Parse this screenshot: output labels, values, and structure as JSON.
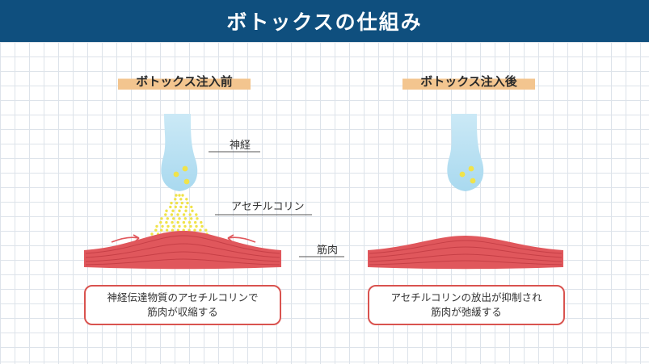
{
  "header": {
    "title": "ボトックスの仕組み"
  },
  "panels": {
    "before": {
      "label": "ボトックス注入前",
      "callouts": {
        "nerve": "神経",
        "acetylcholine": "アセチルコリン",
        "muscle": "筋肉"
      },
      "note_line1": "神経伝達物質のアセチルコリンで",
      "note_line2": "筋肉が収縮する"
    },
    "after": {
      "label": "ボトックス注入後",
      "note_line1": "アセチルコリンの放出が抑制され",
      "note_line2": "筋肉が弛緩する"
    }
  },
  "colors": {
    "header": "#0f4f7e",
    "label_highlight": "#f3c58f",
    "nerve": "#a9d9ef",
    "vesicle": "#f0e34a",
    "muscle": "#e0575c",
    "muscle_stripe": "#c23b43",
    "note_border": "#d9534f"
  }
}
